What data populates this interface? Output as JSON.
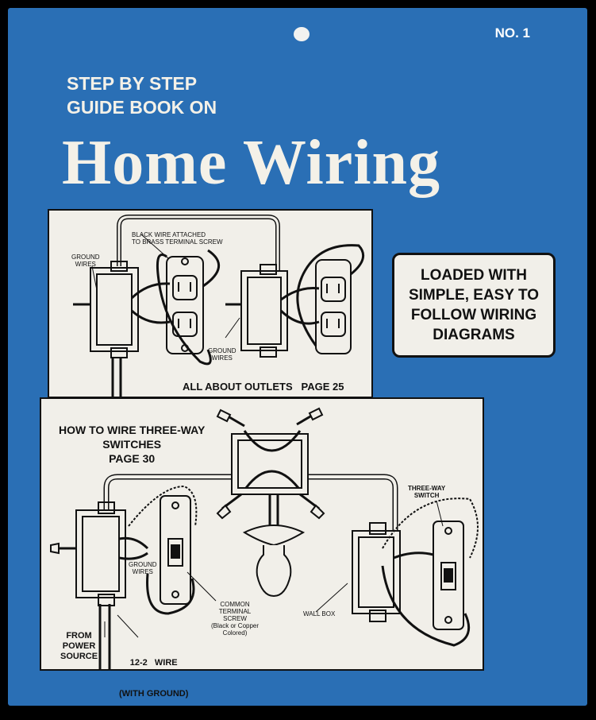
{
  "cover": {
    "issue": "NO. 1",
    "kicker_line1": "STEP BY STEP",
    "kicker_line2": "GUIDE BOOK ON",
    "title": "Home Wiring"
  },
  "callout": {
    "line1": "LOADED WITH",
    "line2": "SIMPLE, EASY TO",
    "line3": "FOLLOW WIRING",
    "line4": "DIAGRAMS"
  },
  "panel1": {
    "caption": "ALL ABOUT OUTLETS   PAGE 25",
    "label_black_wire_1": "BLACK WIRE ATTACHED",
    "label_black_wire_2": "TO BRASS TERMINAL SCREW",
    "label_ground_wires_1": "GROUND",
    "label_ground_wires_2": "WIRES",
    "label_ground_wires_b1": "GROUND",
    "label_ground_wires_b2": "WIRES"
  },
  "panel2": {
    "caption_line1": "HOW TO WIRE THREE-WAY",
    "caption_line2": "SWITCHES",
    "caption_line3": "PAGE 30",
    "label_three_way_1": "THREE-WAY",
    "label_three_way_2": "SWITCH",
    "label_ground_wires_1": "GROUND",
    "label_ground_wires_2": "WIRES",
    "label_common_1": "COMMON",
    "label_common_2": "TERMINAL",
    "label_common_3": "SCREW",
    "label_common_4": "(Black or Copper",
    "label_common_5": "Colored)",
    "label_wall_box": "WALL BOX",
    "label_from_1": "FROM",
    "label_from_2": "POWER",
    "label_from_3": "SOURCE",
    "label_wire_1": "12-2   WIRE",
    "label_wire_2": "(WITH GROUND)"
  },
  "colors": {
    "cover_blue": "#2a6fb5",
    "paper": "#f1efe9",
    "ink": "#111111",
    "title_cream": "#f4f1e8"
  }
}
